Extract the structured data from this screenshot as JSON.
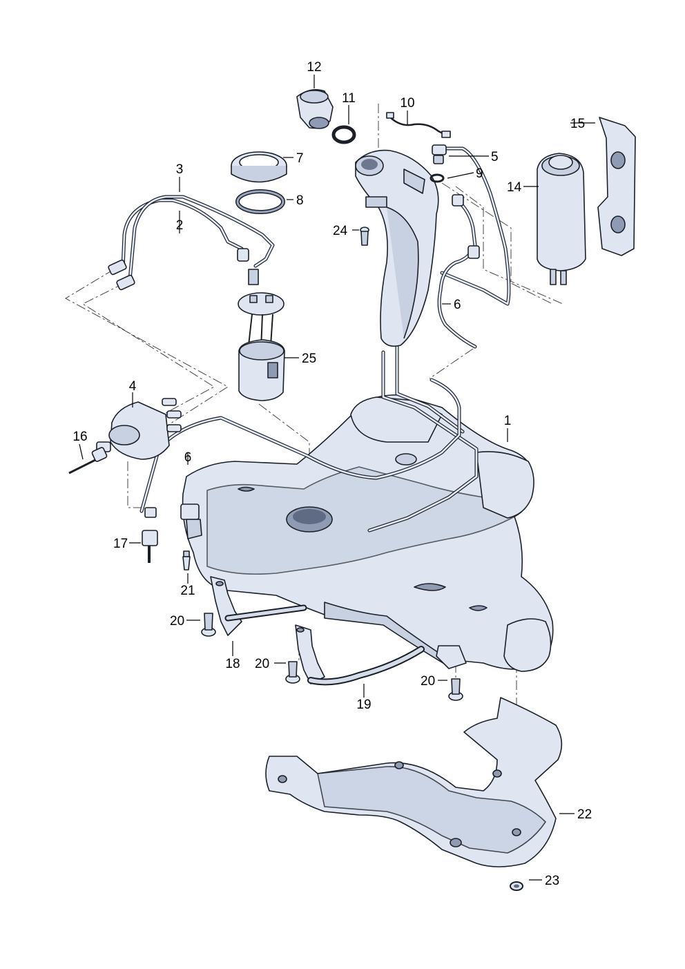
{
  "diagram": {
    "labels": {
      "tank": "1",
      "line_2": "2",
      "line_3": "3",
      "fuel_filter": "4",
      "vent_line_5": "5",
      "line_6_upper": "6",
      "line_6_lower": "6",
      "locking_ring": "7",
      "seal_ring": "8",
      "valve_9": "9",
      "sensor_wire": "10",
      "o_ring": "11",
      "filler_cap": "12",
      "canister": "14",
      "bracket": "15",
      "connector_16": "16",
      "connector_17": "17",
      "strap_18": "18",
      "strap_19": "19",
      "bolt_20_a": "20",
      "bolt_20_b": "20",
      "bolt_20_c": "20",
      "screw_21": "21",
      "heat_shield": "22",
      "nut_23": "23",
      "screw_24": "24",
      "pump_unit": "25"
    }
  }
}
